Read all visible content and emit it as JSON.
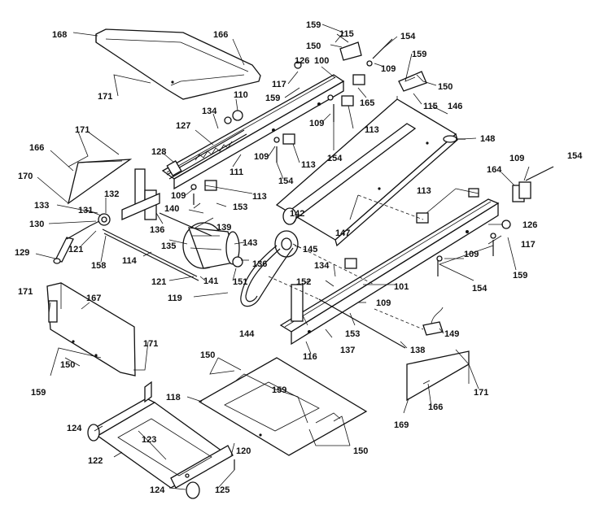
{
  "colors": {
    "ink": "#111111",
    "paper": "#ffffff"
  },
  "labels": {
    "l168": "168",
    "l166a": "166",
    "l171a": "171",
    "l134": "134",
    "l110": "110",
    "l127": "127",
    "l128": "128",
    "l111": "111",
    "l126a": "126",
    "l100": "100",
    "l117a": "117",
    "l159a": "159",
    "l159b": "159",
    "l150a": "150",
    "l115a": "115",
    "l154a": "154",
    "l109a": "109",
    "l159c": "159",
    "l150b": "150",
    "l115b": "115",
    "l165": "165",
    "l146": "146",
    "l109b": "109",
    "l113a": "113",
    "l154b": "154",
    "l148": "148",
    "l109c": "109",
    "l113b": "113",
    "l154c": "154",
    "l171b": "171",
    "l166b": "166",
    "l170": "170",
    "l133": "133",
    "l132": "132",
    "l131": "131",
    "l130": "130",
    "l109d": "109",
    "l113c": "113",
    "l140": "140",
    "l153a": "153",
    "l136a": "136",
    "l139": "139",
    "l142": "142",
    "l109e": "109",
    "l154d": "154",
    "l164": "164",
    "l113d": "113",
    "l147": "147",
    "l126b": "126",
    "l117b": "117",
    "l129": "129",
    "l121a": "121",
    "l158": "158",
    "l135": "135",
    "l114": "114",
    "l143": "143",
    "l145": "145",
    "l136b": "136",
    "l109f": "109",
    "l159d": "159",
    "l154e": "154",
    "l121b": "121",
    "l141": "141",
    "l151": "151",
    "l119": "119",
    "l134b": "134",
    "l101": "101",
    "l152": "152",
    "l109g": "109",
    "l171c": "171",
    "l167": "167",
    "l144": "144",
    "l153b": "153",
    "l149": "149",
    "l116": "116",
    "l137": "137",
    "l138": "138",
    "l171d": "171",
    "l150c": "150",
    "l159e": "159",
    "l150d": "150",
    "l118": "118",
    "l159f": "159",
    "l171e": "171",
    "l166c": "166",
    "l169": "169",
    "l124a": "124",
    "l123": "123",
    "l122": "122",
    "l120": "120",
    "l150e": "150",
    "l124b": "124",
    "l125": "125"
  }
}
